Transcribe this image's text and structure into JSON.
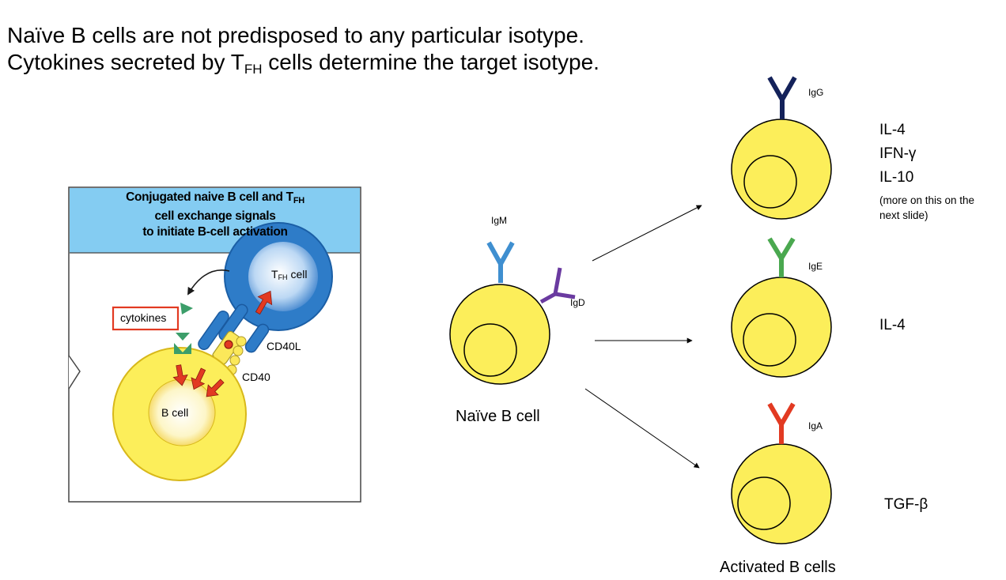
{
  "title": {
    "line1": "Naïve B cells are not predisposed to any particular isotype.",
    "line2_pre": "Cytokines secreted by T",
    "line2_sub": "FH",
    "line2_post": " cells determine the target isotype."
  },
  "inset": {
    "heading_line1_pre": "Conjugated naive B cell and T",
    "heading_line1_sub": "FH",
    "heading_line2": "cell exchange signals",
    "heading_line3": "to initiate B-cell activation",
    "tfh_label_pre": "T",
    "tfh_label_sub": "FH",
    "tfh_label_post": " cell",
    "cytokines_label": "cytokines",
    "cd40l_label": "CD40L",
    "cd40_label": "CD40",
    "bcell_label": "B cell"
  },
  "naive": {
    "igm_label": "IgM",
    "igd_label": "IgD",
    "cell_label": "Naïve B cell"
  },
  "activated": {
    "caption": "Activated B cells",
    "cells": [
      {
        "antibody": "IgG",
        "color": "#14225a",
        "cytokines": [
          "IL-4",
          "IFN-γ",
          "IL-10"
        ],
        "note_line1": "(more on this on the",
        "note_line2": "next slide)"
      },
      {
        "antibody": "IgE",
        "color": "#4aa84f",
        "cytokines": [
          "IL-4"
        ]
      },
      {
        "antibody": "IgA",
        "color": "#e23a22",
        "cytokines": [
          "TGF-β"
        ]
      }
    ]
  },
  "colors": {
    "cell_fill": "#fcee5a",
    "igm": "#3f8fd0",
    "igd": "#6a3aa0",
    "inset_header": "#84ccf2",
    "tfh_outer": "#2e7cc8",
    "signal_arrow": "#e23a22",
    "cytokine_marker": "#3c9e6a"
  }
}
